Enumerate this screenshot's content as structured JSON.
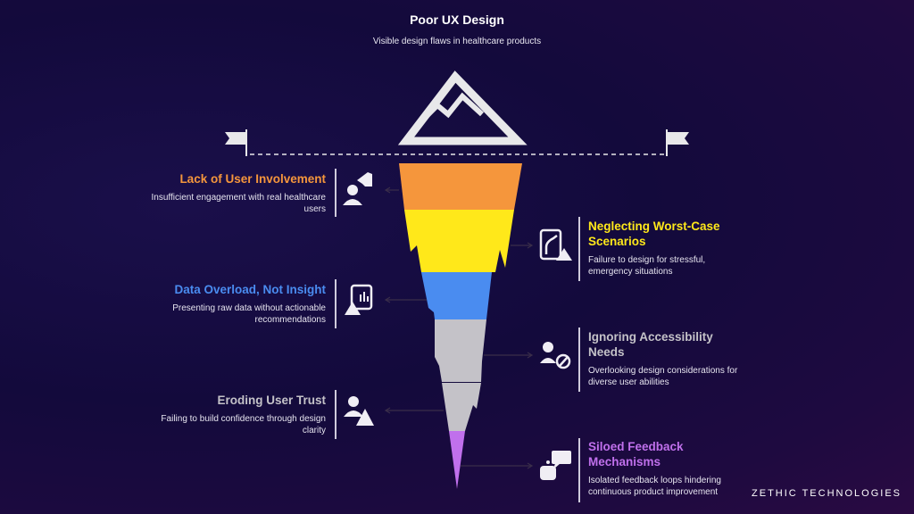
{
  "header": {
    "title": "Poor UX Design",
    "subtitle": "Visible design flaws in healthcare products"
  },
  "items": [
    {
      "title": "Lack of User Involvement",
      "desc": "Insufficient engagement with real healthcare users",
      "color": "#f5963c",
      "icon": "user-puzzle-icon"
    },
    {
      "title": "Neglecting Worst-Case Scenarios",
      "desc": "Failure to design for stressful, emergency situations",
      "color": "#ffe81a",
      "icon": "route-warning-icon"
    },
    {
      "title": "Data Overload, Not Insight",
      "desc": "Presenting raw data without actionable recommendations",
      "color": "#4a8cf0",
      "icon": "chart-warning-icon"
    },
    {
      "title": "Ignoring Accessibility Needs",
      "desc": "Overlooking design considerations for diverse user abilities",
      "color": "#c4c2c8",
      "icon": "user-blocked-icon"
    },
    {
      "title": "Eroding User Trust",
      "desc": "Failing to build confidence through design clarity",
      "color": "#c4c2c8",
      "icon": "user-warning-icon"
    },
    {
      "title": "Siloed Feedback Mechanisms",
      "desc": "Isolated feedback loops hindering continuous product improvement",
      "color": "#c070ec",
      "icon": "robot-chat-icon"
    }
  ],
  "brand": "ZETHIC TECHNOLOGIES"
}
